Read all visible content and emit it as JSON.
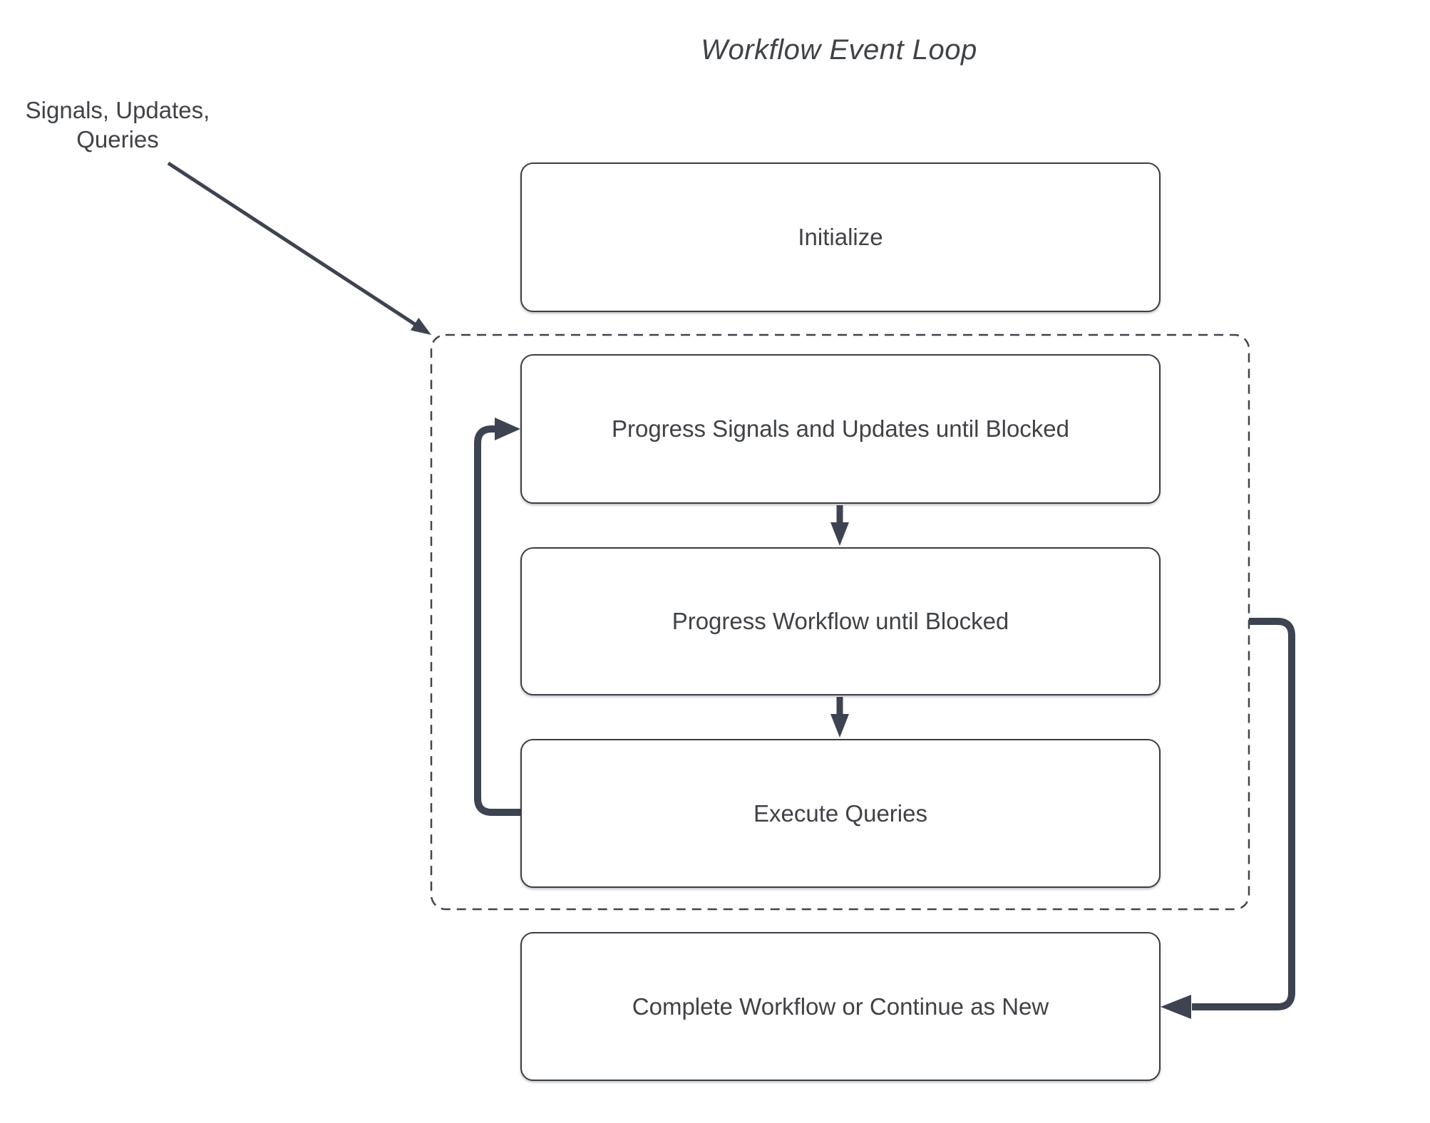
{
  "diagram": {
    "title": "Workflow Event Loop",
    "annotation": {
      "line1": "Signals, Updates,",
      "line2": "Queries"
    },
    "nodes": [
      {
        "id": "initialize",
        "label": "Initialize"
      },
      {
        "id": "progress-signals-updates",
        "label": "Progress Signals and Updates until Blocked"
      },
      {
        "id": "progress-workflow",
        "label": "Progress Workflow until Blocked"
      },
      {
        "id": "execute-queries",
        "label": "Execute Queries"
      },
      {
        "id": "complete-or-continue",
        "label": "Complete Workflow or Continue as New"
      }
    ],
    "group": {
      "id": "workflow-event-loop-group",
      "border_style": "dashed",
      "contains": [
        "progress-signals-updates",
        "progress-workflow",
        "execute-queries"
      ]
    },
    "edges": [
      {
        "from": "annotation-signals-updates-queries",
        "to": "workflow-event-loop-group",
        "style": "thin-diagonal-arrow"
      },
      {
        "from": "progress-signals-updates",
        "to": "progress-workflow",
        "style": "down-arrow"
      },
      {
        "from": "progress-workflow",
        "to": "execute-queries",
        "style": "down-arrow"
      },
      {
        "from": "execute-queries",
        "to": "progress-signals-updates",
        "style": "thick-elbow-arrow-left"
      },
      {
        "from": "workflow-event-loop-group",
        "to": "complete-or-continue",
        "style": "thick-elbow-arrow-right"
      }
    ],
    "colors": {
      "background": "#ffffff",
      "node_fill": "#ffffff",
      "node_border": "#3a3e45",
      "dashed_border": "#40444e",
      "arrow": "#3d4350",
      "text": "#3f4246"
    }
  }
}
